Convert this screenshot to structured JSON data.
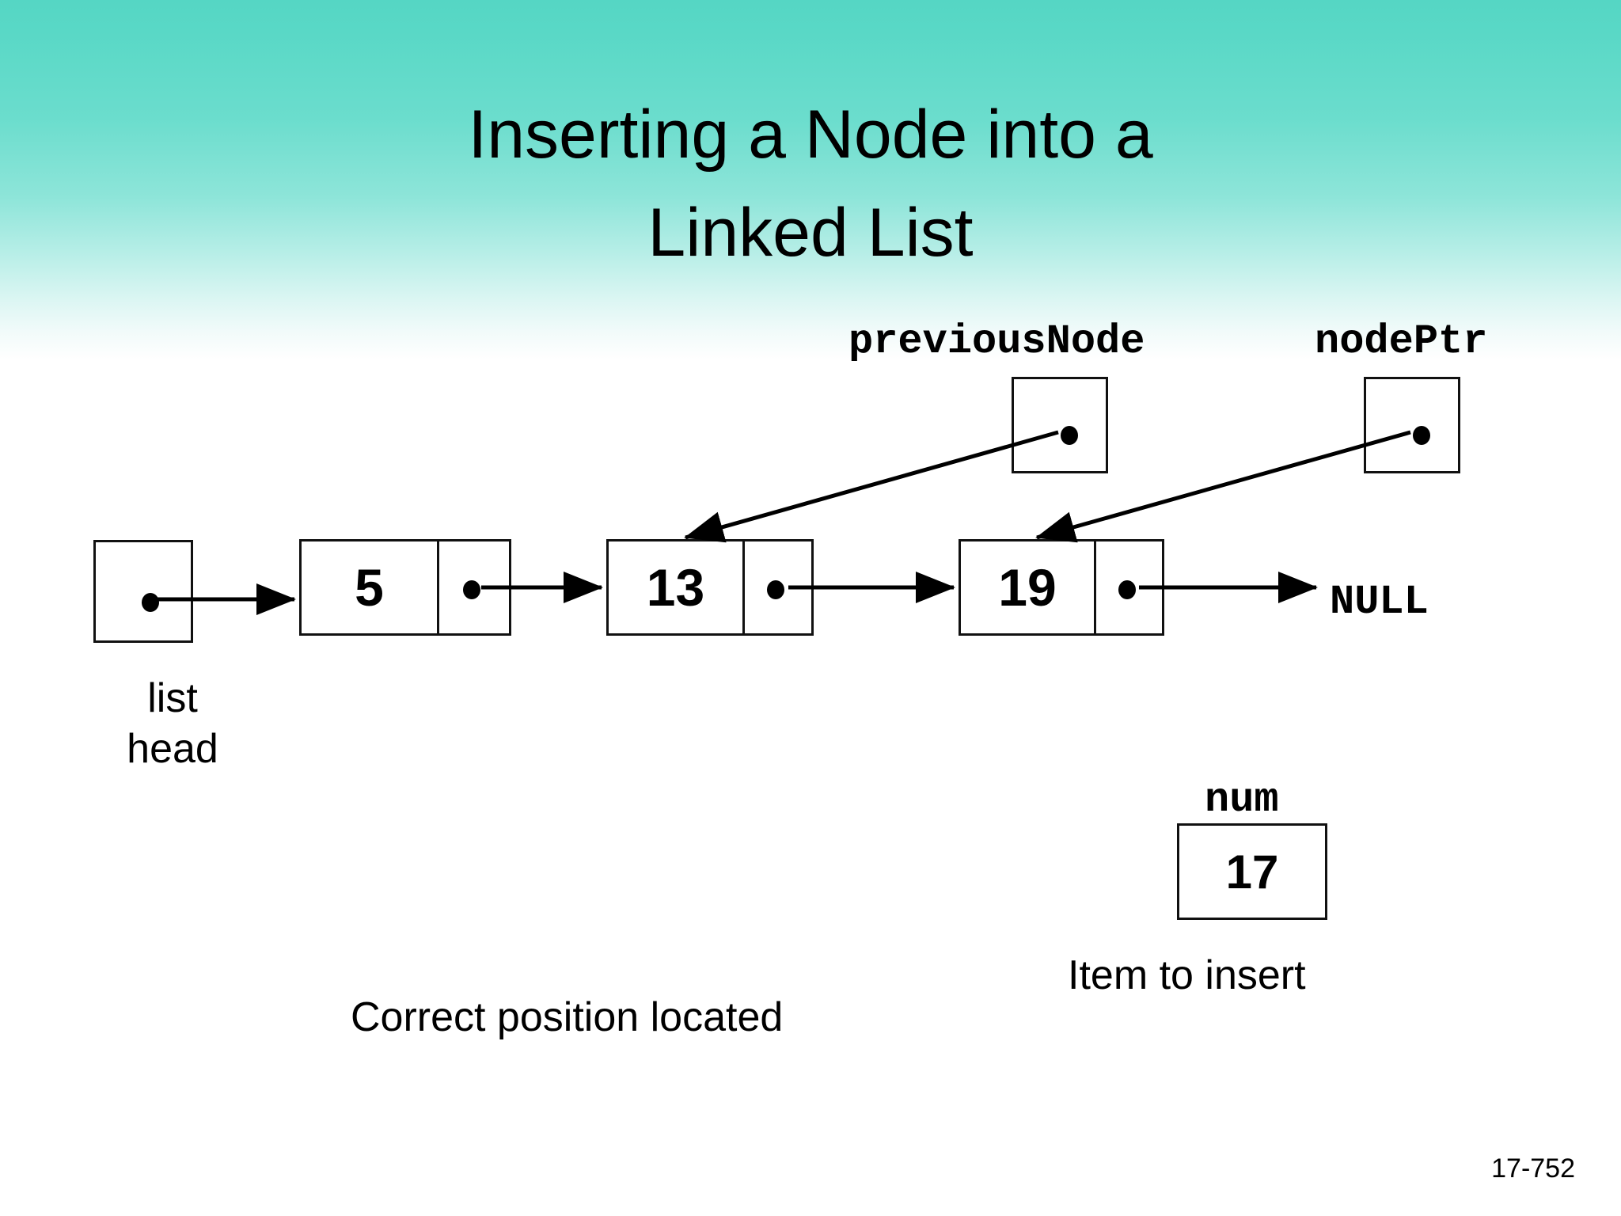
{
  "slide": {
    "title": "Inserting a Node into a\nLinked List",
    "page_number": "17-752",
    "background_top_color": "#55d6c4",
    "background_bottom_color": "#ffffff",
    "line_color": "#111111"
  },
  "pointers": [
    {
      "name": "previousNode",
      "label": "previousNode",
      "points_to": "node-13"
    },
    {
      "name": "nodePtr",
      "label": "nodePtr",
      "points_to": "node-19"
    }
  ],
  "list": {
    "head_label": "list\nhead",
    "terminator_label": "NULL",
    "nodes": [
      {
        "value": "5"
      },
      {
        "value": "13"
      },
      {
        "value": "19"
      }
    ]
  },
  "insert": {
    "var_label": "num",
    "value": "17",
    "caption": "Item to insert"
  },
  "captions": {
    "position": "Correct position located"
  }
}
